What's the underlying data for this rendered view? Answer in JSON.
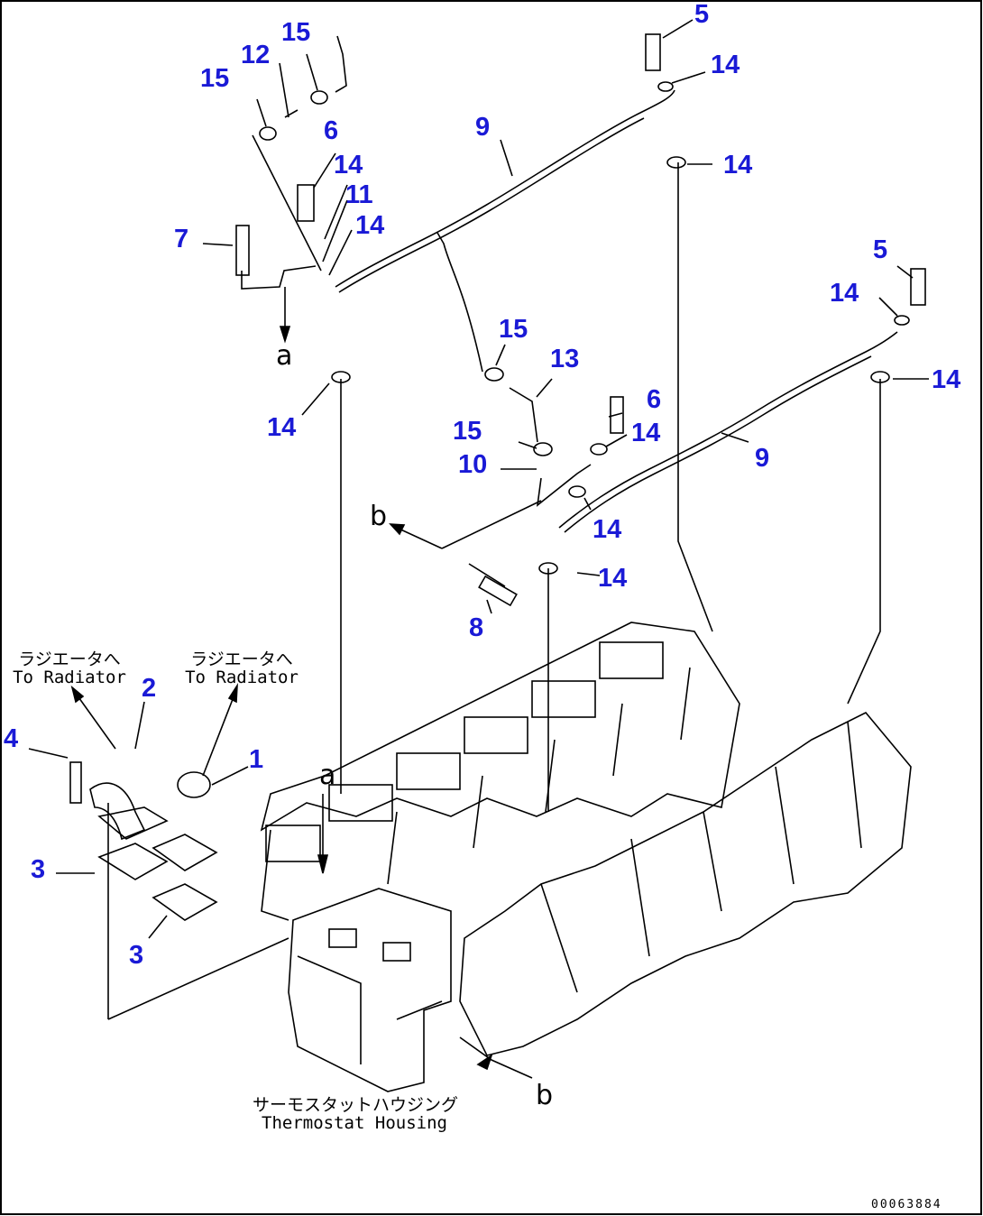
{
  "callouts": [
    {
      "id": "c5a",
      "text": "5"
    },
    {
      "id": "c14a",
      "text": "14"
    },
    {
      "id": "c15a",
      "text": "15"
    },
    {
      "id": "c12",
      "text": "12"
    },
    {
      "id": "c15b",
      "text": "15"
    },
    {
      "id": "c6a",
      "text": "6"
    },
    {
      "id": "c9a",
      "text": "9"
    },
    {
      "id": "c14b",
      "text": "14"
    },
    {
      "id": "c14c",
      "text": "14"
    },
    {
      "id": "c11",
      "text": "11"
    },
    {
      "id": "c14d",
      "text": "14"
    },
    {
      "id": "c7",
      "text": "7"
    },
    {
      "id": "c5b",
      "text": "5"
    },
    {
      "id": "c14e",
      "text": "14"
    },
    {
      "id": "c15c",
      "text": "15"
    },
    {
      "id": "c13",
      "text": "13"
    },
    {
      "id": "c14f",
      "text": "14"
    },
    {
      "id": "c14g",
      "text": "14"
    },
    {
      "id": "c6b",
      "text": "6"
    },
    {
      "id": "c15d",
      "text": "15"
    },
    {
      "id": "c14h",
      "text": "14"
    },
    {
      "id": "c10",
      "text": "10"
    },
    {
      "id": "c9b",
      "text": "9"
    },
    {
      "id": "c14i",
      "text": "14"
    },
    {
      "id": "c14j",
      "text": "14"
    },
    {
      "id": "c8",
      "text": "8"
    },
    {
      "id": "c2",
      "text": "2"
    },
    {
      "id": "c4",
      "text": "4"
    },
    {
      "id": "c1",
      "text": "1"
    },
    {
      "id": "c3a",
      "text": "3"
    },
    {
      "id": "c3b",
      "text": "3"
    }
  ],
  "notes": {
    "radiator_left": {
      "jp": "ラジエータへ",
      "en": "To Radiator"
    },
    "radiator_right": {
      "jp": "ラジエータへ",
      "en": "To Radiator"
    },
    "thermostat": {
      "jp": "サーモスタットハウジング",
      "en": "Thermostat Housing"
    }
  },
  "refs": {
    "a_top": "a",
    "a_bottom": "a",
    "b_left": "b",
    "b_bottom": "b"
  },
  "doc_id": "00063884"
}
